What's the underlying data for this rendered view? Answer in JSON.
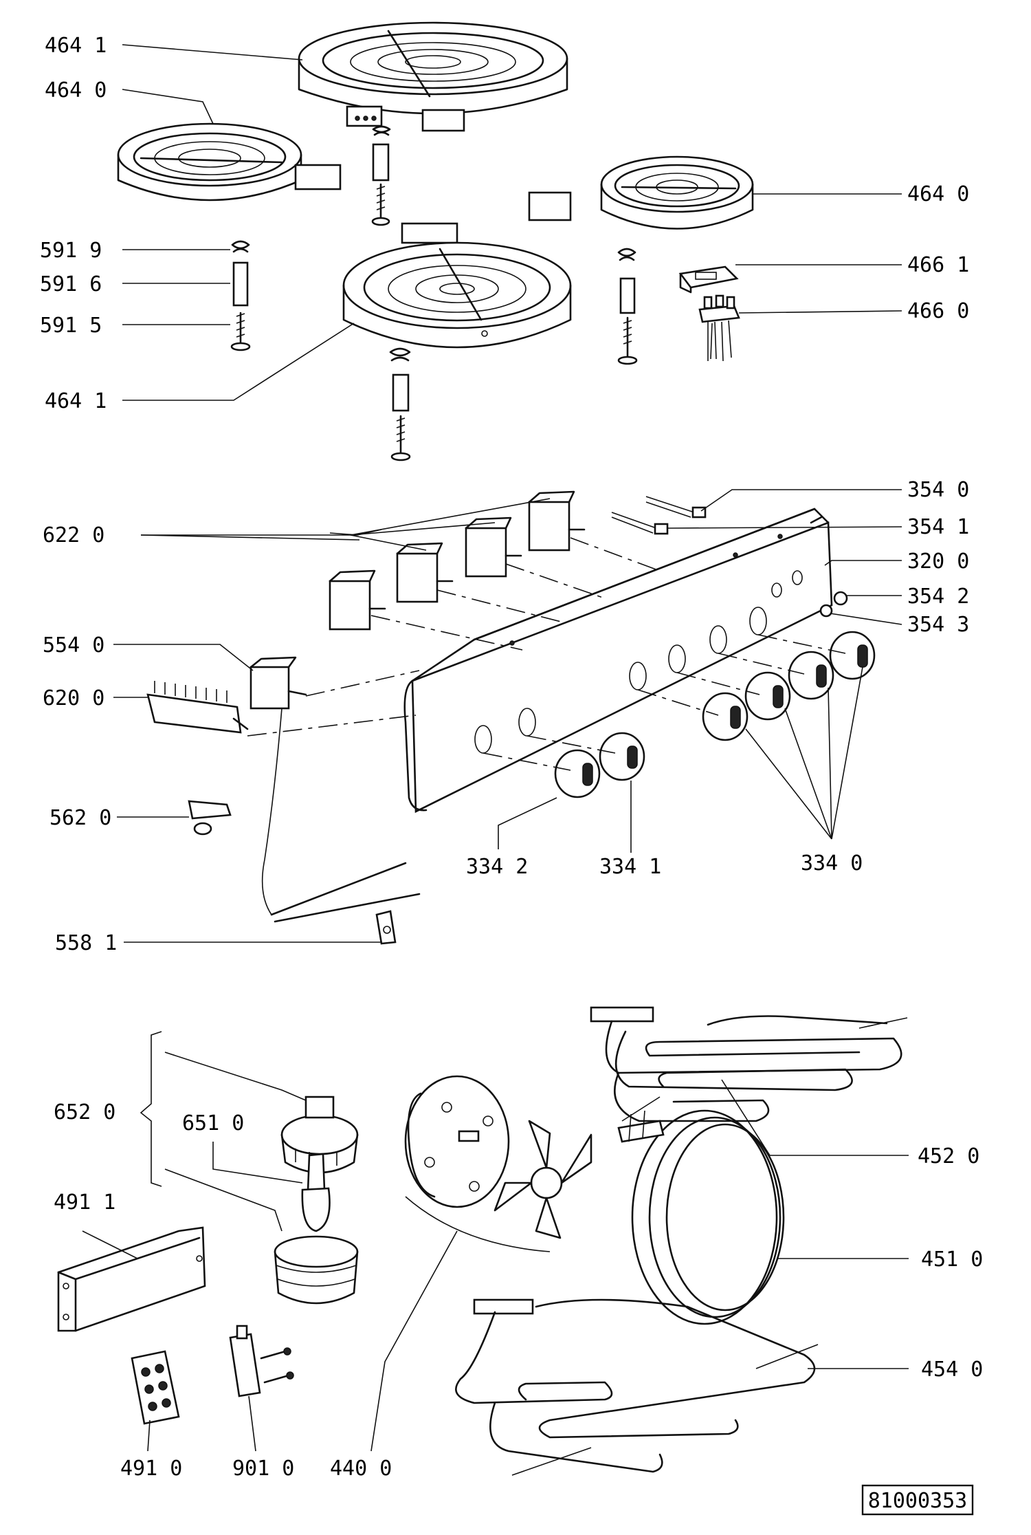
{
  "labels": {
    "l_464_1_top": "464  1",
    "l_464_0_left": "464  0",
    "l_464_0_right": "464  0",
    "l_591_9": "591  9",
    "l_591_6": "591  6",
    "l_591_5": "591  5",
    "l_466_1": "466  1",
    "l_466_0": "466  0",
    "l_464_1_bottom": "464  1",
    "l_354_0": "354  0",
    "l_354_1": "354  1",
    "l_320_0": "320  0",
    "l_354_2": "354  2",
    "l_354_3": "354  3",
    "l_622_0": "622  0",
    "l_554_0": "554  0",
    "l_620_0": "620  0",
    "l_562_0": "562  0",
    "l_334_2": "334  2",
    "l_334_1": "334  1",
    "l_334_0": "334  0",
    "l_558_1": "558  1",
    "l_652_0": "652  0",
    "l_651_0": "651  0",
    "l_491_1": "491  1",
    "l_452_0": "452  0",
    "l_451_0": "451  0",
    "l_454_0": "454  0",
    "l_491_0": "491  0",
    "l_901_0": "901  0",
    "l_440_0": "440  0"
  },
  "reference_number": "81000353"
}
